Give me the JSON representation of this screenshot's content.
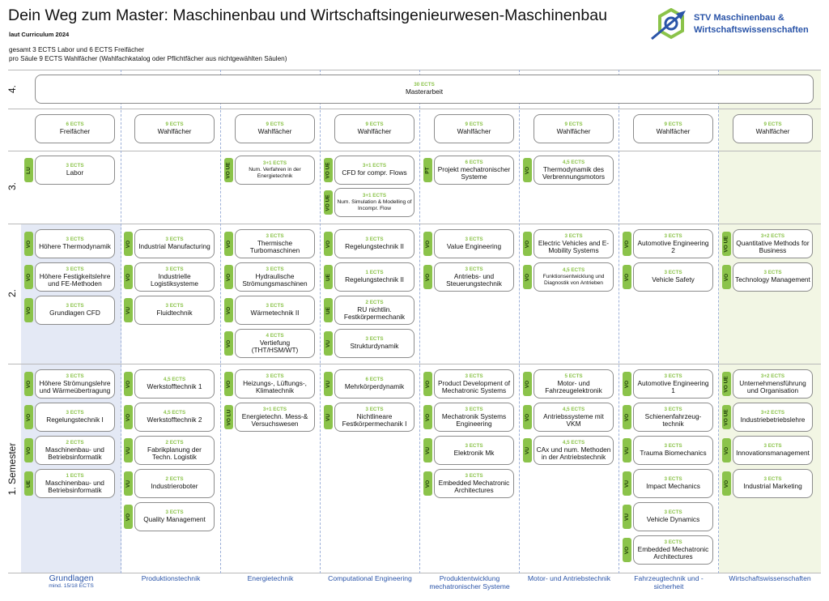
{
  "header": {
    "title": "Dein Weg zum Master: Maschinenbau und Wirtschaftsingenieurwesen-Maschinenbau",
    "curriculum": "laut Curriculum 2024",
    "note1": "gesamt 3 ECTS Labor und 6 ECTS Freifächer",
    "note2": "pro Säule 9 ECTS Wahlfächer (Wahlfachkatalog oder Pflichtfächer aus nichtgewählten Säulen)",
    "logo_line1": "STV Maschinenbau &",
    "logo_line2": "Wirtschaftswissenschaften"
  },
  "colors": {
    "accent_green": "#8bc34a",
    "accent_blue": "#2a54a8",
    "grundlagen_bg": "#e4e9f5",
    "wiwi_bg": "#f2f6e4"
  },
  "rows": {
    "r4": "4.",
    "r3": "3.",
    "r2": "2.",
    "r1": "1. Semester"
  },
  "columns": [
    {
      "label": "Grundlagen",
      "sub": "mind. 15/18 ECTS"
    },
    {
      "label": "Produktionstechnik"
    },
    {
      "label": "Energietechnik"
    },
    {
      "label": "Computational Engineering"
    },
    {
      "label": "Produktentwicklung mechatronischer Systeme"
    },
    {
      "label": "Motor- und Antriebstechnik"
    },
    {
      "label": "Fahrzeugtechnik und -sicherheit"
    },
    {
      "label": "Wirtschaftswissenschaften"
    }
  ],
  "courses": [
    {
      "ects": "30 ECTS",
      "name": "Masterarbeit",
      "tag": ""
    },
    {
      "ects": "6 ECTS",
      "name": "Freifächer",
      "tag": ""
    },
    {
      "ects": "9 ECTS",
      "name": "Wahlfächer",
      "tag": ""
    },
    {
      "ects": "9 ECTS",
      "name": "Wahlfächer",
      "tag": ""
    },
    {
      "ects": "9 ECTS",
      "name": "Wahlfächer",
      "tag": ""
    },
    {
      "ects": "9 ECTS",
      "name": "Wahlfächer",
      "tag": ""
    },
    {
      "ects": "9 ECTS",
      "name": "Wahlfächer",
      "tag": ""
    },
    {
      "ects": "9 ECTS",
      "name": "Wahlfächer",
      "tag": ""
    },
    {
      "ects": "9 ECTS",
      "name": "Wahlfächer",
      "tag": ""
    },
    {
      "ects": "3 ECTS",
      "name": "Labor",
      "tag": "LU"
    },
    {
      "ects": "3+1 ECTS",
      "name": "Num. Verfahren in der Energietechnik",
      "tag": "VO UE"
    },
    {
      "ects": "3+1 ECTS",
      "name": "CFD for compr. Flows",
      "tag": "VO UE"
    },
    {
      "ects": "3+1 ECTS",
      "name": "Num. Simulation & Modelling of Incompr. Flow",
      "tag": "VO UE"
    },
    {
      "ects": "6 ECTS",
      "name": "Projekt mechatronischer Systeme",
      "tag": "PT"
    },
    {
      "ects": "4,5 ECTS",
      "name": "Thermodynamik des Verbrennungsmotors",
      "tag": "VO"
    },
    {
      "ects": "3 ECTS",
      "name": "Höhere Thermodynamik",
      "tag": "VO"
    },
    {
      "ects": "3 ECTS",
      "name": "Höhere Festigkeitslehre und FE-Methoden",
      "tag": "VO"
    },
    {
      "ects": "3 ECTS",
      "name": "Grundlagen CFD",
      "tag": "VO"
    },
    {
      "ects": "3 ECTS",
      "name": "Industrial Manufacturing",
      "tag": "VO"
    },
    {
      "ects": "3 ECTS",
      "name": "Industrielle Logistiksysteme",
      "tag": "VO"
    },
    {
      "ects": "3 ECTS",
      "name": "Fluidtechnik",
      "tag": "VU"
    },
    {
      "ects": "3 ECTS",
      "name": "Thermische Turbomaschinen",
      "tag": "VO"
    },
    {
      "ects": "3 ECTS",
      "name": "Hydraulische Strömungsmaschinen",
      "tag": "VO"
    },
    {
      "ects": "3 ECTS",
      "name": "Wärmetechnik II",
      "tag": "VO"
    },
    {
      "ects": "4 ECTS",
      "name": "Vertiefung (THT/HSM/WT)",
      "tag": "VO"
    },
    {
      "ects": "3 ECTS",
      "name": "Regelungstechnik II",
      "tag": "VO"
    },
    {
      "ects": "1 ECTS",
      "name": "Regelungstechnik II",
      "tag": "UE"
    },
    {
      "ects": "2 ECTS",
      "name": "RU nichtlin. Festkörpermechanik",
      "tag": "UE"
    },
    {
      "ects": "3 ECTS",
      "name": "Strukturdynamik",
      "tag": "VU"
    },
    {
      "ects": "3 ECTS",
      "name": "Value Engineering",
      "tag": "VO"
    },
    {
      "ects": "3 ECTS",
      "name": "Antriebs- und Steuerungstechnik",
      "tag": "VO"
    },
    {
      "ects": "3 ECTS",
      "name": "Electric Vehicles and E-Mobility Systems",
      "tag": "VO"
    },
    {
      "ects": "4,5 ECTS",
      "name": "Funktionsentwicklung und Diagnostik von Antrieben",
      "tag": "VO"
    },
    {
      "ects": "3 ECTS",
      "name": "Automotive Engineering 2",
      "tag": "VO"
    },
    {
      "ects": "3 ECTS",
      "name": "Vehicle Safety",
      "tag": "VO"
    },
    {
      "ects": "3+2 ECTS",
      "name": "Quantitative Methods for Business",
      "tag": "VO UE"
    },
    {
      "ects": "3 ECTS",
      "name": "Technology Management",
      "tag": "VO"
    },
    {
      "ects": "3 ECTS",
      "name": "Höhere Strömungslehre und Wärmeübertragung",
      "tag": "VO"
    },
    {
      "ects": "3 ECTS",
      "name": "Regelungstechnik I",
      "tag": "VO"
    },
    {
      "ects": "2 ECTS",
      "name": "Maschinenbau- und Betriebsinformatik",
      "tag": "VO"
    },
    {
      "ects": "1 ECTS",
      "name": "Maschinenbau- und Betriebsinformatik",
      "tag": "UE"
    },
    {
      "ects": "4,5 ECTS",
      "name": "Werkstofftechnik 1",
      "tag": "VO"
    },
    {
      "ects": "4,5 ECTS",
      "name": "Werkstofftechnik 2",
      "tag": "VO"
    },
    {
      "ects": "2 ECTS",
      "name": "Fabrikplanung der Techn. Logistik",
      "tag": "VU"
    },
    {
      "ects": "2 ECTS",
      "name": "Industrieroboter",
      "tag": "VU"
    },
    {
      "ects": "3 ECTS",
      "name": "Quality Management",
      "tag": "VO"
    },
    {
      "ects": "3 ECTS",
      "name": "Heizungs-, Lüftungs-, Klimatechnik",
      "tag": "VO"
    },
    {
      "ects": "3+1 ECTS",
      "name": "Energietechn. Mess-& Versuchswesen",
      "tag": "VO LU"
    },
    {
      "ects": "6 ECTS",
      "name": "Mehrkörperdynamik",
      "tag": "VU"
    },
    {
      "ects": "3 ECTS",
      "name": "Nichtlineare Festkörpermechanik I",
      "tag": "VU"
    },
    {
      "ects": "3 ECTS",
      "name": "Product Development of Mechatronic Systems",
      "tag": "VO"
    },
    {
      "ects": "3 ECTS",
      "name": "Mechatronik Systems Engineering",
      "tag": "VO"
    },
    {
      "ects": "3 ECTS",
      "name": "Elektronik Mk",
      "tag": "VU"
    },
    {
      "ects": "3 ECTS",
      "name": "Embedded Mechatronic Architectures",
      "tag": "VO"
    },
    {
      "ects": "5 ECTS",
      "name": "Motor- und Fahrzeugelektronik",
      "tag": "VO"
    },
    {
      "ects": "4,5 ECTS",
      "name": "Antriebssysteme mit VKM",
      "tag": "VO"
    },
    {
      "ects": "4,5 ECTS",
      "name": "CAx und num. Methoden in der Antriebstechnik",
      "tag": "VU"
    },
    {
      "ects": "3 ECTS",
      "name": "Automotive Engineering 1",
      "tag": "VO"
    },
    {
      "ects": "3 ECTS",
      "name": "Schienenfahrzeug-technik",
      "tag": "VO"
    },
    {
      "ects": "3 ECTS",
      "name": "Trauma Biomechanics",
      "tag": "VU"
    },
    {
      "ects": "3 ECTS",
      "name": "Impact Mechanics",
      "tag": "VU"
    },
    {
      "ects": "3 ECTS",
      "name": "Vehicle Dynamics",
      "tag": "VU"
    },
    {
      "ects": "3 ECTS",
      "name": "Embedded Mechatronic Architectures",
      "tag": "VO"
    },
    {
      "ects": "3+2 ECTS",
      "name": "Unternehmensführung und Organisation",
      "tag": "VO UE"
    },
    {
      "ects": "3+2 ECTS",
      "name": "Industriebetriebslehre",
      "tag": "VO UE"
    },
    {
      "ects": "3 ECTS",
      "name": "Innovationsmanagement",
      "tag": "VO"
    },
    {
      "ects": "3 ECTS",
      "name": "Industrial Marketing",
      "tag": "VO"
    }
  ]
}
